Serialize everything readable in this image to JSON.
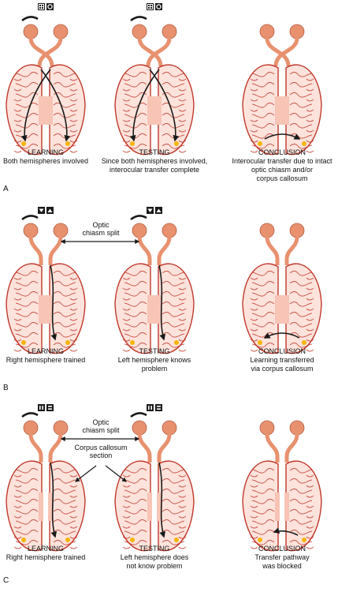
{
  "colors": {
    "brain_fill": "#fde3dc",
    "brain_stroke": "#c0392b",
    "callosum": "#f7c4b6",
    "nerve": "#e8916f",
    "path": "#1a1a1a",
    "spot": "#f6b500"
  },
  "panels": [
    {
      "letter": "A",
      "columns": [
        {
          "title": "LEARNING",
          "lines": [
            "Both hemispheres involved"
          ],
          "stimulus_icons": [
            "grid-square-icon",
            "circle-square-icon"
          ]
        },
        {
          "title": "TESTING",
          "lines": [
            "Since both hemispheres involved,",
            "interocular transfer complete"
          ],
          "stimulus_icons": [
            "grid-square-icon",
            "circle-square-icon"
          ]
        },
        {
          "title": "CONCLUSION",
          "lines": [
            "Interocular transfer due to intact",
            "optic chiasm and/or",
            "corpus callosum"
          ],
          "stimulus_icons": []
        }
      ],
      "annotations": []
    },
    {
      "letter": "B",
      "columns": [
        {
          "title": "LEARNING",
          "lines": [
            "Right hemisphere trained"
          ],
          "stimulus_icons": [
            "down-triangle-icon",
            "up-triangle-icon"
          ]
        },
        {
          "title": "TESTING",
          "lines": [
            "Left hemisphere knows",
            "problem"
          ],
          "stimulus_icons": [
            "down-triangle-icon",
            "up-triangle-icon"
          ]
        },
        {
          "title": "CONCLUSION",
          "lines": [
            "Learning transferred",
            "via corpus callosum"
          ],
          "stimulus_icons": []
        }
      ],
      "annotations": [
        [
          "Optic",
          "chiasm split"
        ]
      ]
    },
    {
      "letter": "C",
      "columns": [
        {
          "title": "LEARNING",
          "lines": [
            "Right hemisphere trained"
          ],
          "stimulus_icons": [
            "vertical-bars-icon",
            "horizontal-bars-icon"
          ]
        },
        {
          "title": "TESTING",
          "lines": [
            "Left hemisphere does",
            "not know problem"
          ],
          "stimulus_icons": [
            "vertical-bars-icon",
            "horizontal-bars-icon"
          ]
        },
        {
          "title": "CONCLUSION",
          "lines": [
            "Transfer pathway",
            "was blocked"
          ],
          "stimulus_icons": []
        }
      ],
      "annotations": [
        [
          "Optic",
          "chiasm split"
        ],
        [
          "Corpus callosum",
          "section"
        ]
      ]
    }
  ]
}
